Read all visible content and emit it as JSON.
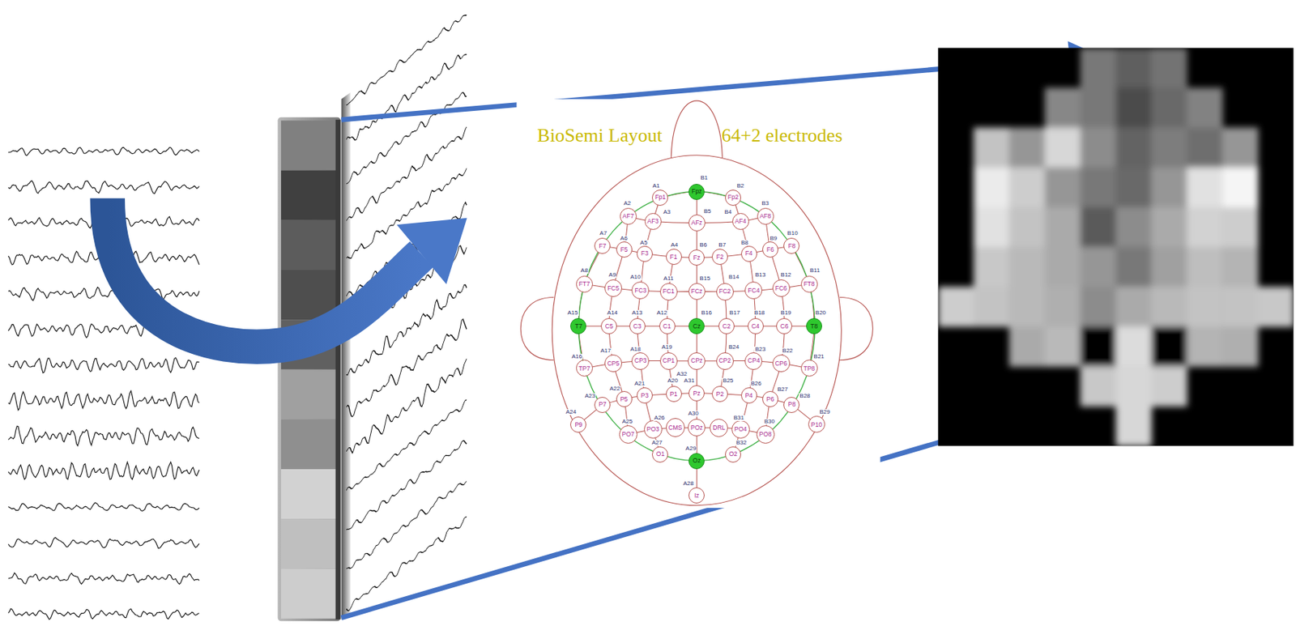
{
  "diagram": {
    "nodes": [
      {
        "text": [
          "Fp1",
          "A1"
        ]
      },
      {
        "text": [
          "Fpz",
          "B1"
        ]
      },
      {
        "text": [
          "Fp2",
          "B2"
        ]
      },
      {
        "text": [
          "AF7",
          "A2"
        ]
      },
      {
        "text": [
          "AF3",
          "A3"
        ]
      },
      {
        "text": [
          "AFz",
          "B5"
        ]
      },
      {
        "text": [
          "AF4",
          "B4"
        ]
      },
      {
        "text": [
          "AF8",
          "B3"
        ]
      },
      {
        "text": [
          "F7",
          "A7"
        ]
      },
      {
        "text": [
          "F5",
          "A6"
        ]
      },
      {
        "text": [
          "F3",
          "A5"
        ]
      },
      {
        "text": [
          "F1",
          "A4"
        ]
      },
      {
        "text": [
          "Fz",
          "B6"
        ]
      },
      {
        "text": [
          "F2",
          "B7"
        ]
      },
      {
        "text": [
          "F4",
          "B8"
        ]
      },
      {
        "text": [
          "F6",
          "B9"
        ]
      },
      {
        "text": [
          "F8",
          "B10"
        ]
      },
      {
        "text": [
          "FT7",
          "A8"
        ]
      },
      {
        "text": [
          "FC5",
          "A9"
        ]
      },
      {
        "text": [
          "FC3",
          "A10"
        ]
      },
      {
        "text": [
          "FC1",
          "A11"
        ]
      },
      {
        "text": [
          "FCz",
          "B15"
        ]
      },
      {
        "text": [
          "FC2",
          "B14"
        ]
      },
      {
        "text": [
          "FC4",
          "B13"
        ]
      },
      {
        "text": [
          "FC6",
          "B12"
        ]
      },
      {
        "text": [
          "FT8",
          "B11"
        ]
      },
      {
        "text": [
          "T7",
          "A15"
        ]
      },
      {
        "text": [
          "C5",
          "A14"
        ]
      },
      {
        "text": [
          "C3",
          "A13"
        ]
      },
      {
        "text": [
          "C1",
          "A12"
        ]
      },
      {
        "text": [
          "Cz",
          "B16"
        ]
      },
      {
        "text": [
          "C2",
          "B17"
        ]
      },
      {
        "text": [
          "C4",
          "B18"
        ]
      },
      {
        "text": [
          "C6",
          "B19"
        ]
      },
      {
        "text": [
          "T8",
          "B20"
        ]
      },
      {
        "text": [
          "TP7",
          "A16"
        ]
      },
      {
        "text": [
          "CP5",
          "A17"
        ]
      },
      {
        "text": [
          "CP3",
          "A18"
        ]
      },
      {
        "text": [
          "CP1",
          "A19"
        ]
      },
      {
        "text": [
          "CPz",
          "A32"
        ]
      },
      {
        "text": [
          "CP2",
          "B24"
        ]
      },
      {
        "text": [
          "CP4",
          "B23"
        ]
      },
      {
        "text": [
          "CP6",
          "B22"
        ]
      },
      {
        "text": [
          "TP8",
          "B21"
        ]
      },
      {
        "text": [
          "P9",
          "A24"
        ]
      },
      {
        "text": [
          "P7",
          "A23"
        ]
      },
      {
        "text": [
          "P5",
          "A22"
        ]
      },
      {
        "text": [
          "P3",
          "A21"
        ]
      },
      {
        "text": [
          "P1",
          "A20"
        ]
      },
      {
        "text": [
          "Pz",
          "A31"
        ]
      },
      {
        "text": [
          "P2",
          "B25"
        ]
      },
      {
        "text": [
          "P4",
          "B26"
        ]
      },
      {
        "text": [
          "P6",
          "B27"
        ]
      },
      {
        "text": [
          "P8",
          "B28"
        ]
      },
      {
        "text": [
          "P10",
          "B29"
        ]
      },
      {
        "text": [
          "PO7",
          "A25"
        ]
      },
      {
        "text": [
          "PO3",
          "A26"
        ]
      },
      {
        "text": [
          "CMS"
        ]
      },
      {
        "text": [
          "POz",
          "A30"
        ]
      },
      {
        "text": [
          "DRL"
        ]
      },
      {
        "text": [
          "PO4",
          "B31"
        ]
      },
      {
        "text": [
          "PO8",
          "B30"
        ]
      },
      {
        "text": [
          "O1",
          "A27"
        ]
      },
      {
        "text": [
          "Oz",
          "A29"
        ]
      },
      {
        "text": [
          "O2",
          "B32"
        ]
      },
      {
        "text": [
          "Iz",
          "A28"
        ]
      }
    ],
    "labels": [
      "BioSemi Layout",
      "64+2 electrodes"
    ]
  }
}
